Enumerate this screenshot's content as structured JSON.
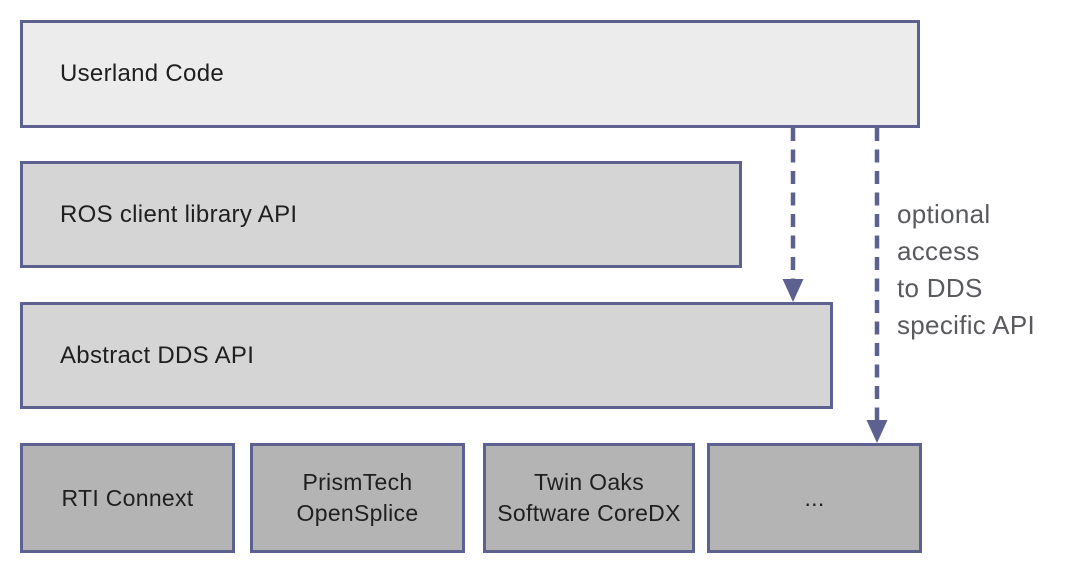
{
  "diagram": {
    "type": "layered-architecture",
    "layers": [
      {
        "id": "userland",
        "label": "Userland Code"
      },
      {
        "id": "ros-client",
        "label": "ROS client library API"
      },
      {
        "id": "abstract-dds",
        "label": "Abstract DDS API"
      }
    ],
    "implementations": [
      {
        "id": "rti-connext",
        "label": "RTI Connext"
      },
      {
        "id": "prismtech",
        "label": "PrismTech\nOpenSplice"
      },
      {
        "id": "twin-oaks",
        "label": "Twin Oaks\nSoftware CoreDX"
      },
      {
        "id": "other-dds-vendor",
        "label": "..."
      }
    ],
    "annotation": {
      "label": "optional\naccess\nto DDS\nspecific API"
    },
    "arrows": [
      {
        "id": "arrow-to-abstract-dds",
        "from": "Userland Code",
        "to": "Abstract DDS API",
        "style": "dashed"
      },
      {
        "id": "arrow-to-dds-vendor",
        "from": "Userland Code",
        "to": "DDS implementation",
        "style": "dashed"
      }
    ],
    "colors": {
      "border": "#5c6190",
      "arrow": "#5c6190",
      "userland_fill": "#ececec",
      "mid_fill": "#d5d5d5",
      "impl_fill": "#b4b4b4",
      "label_text": "#1f1f1f",
      "annotation_text": "#595a5e",
      "background": "#ffffff"
    }
  }
}
